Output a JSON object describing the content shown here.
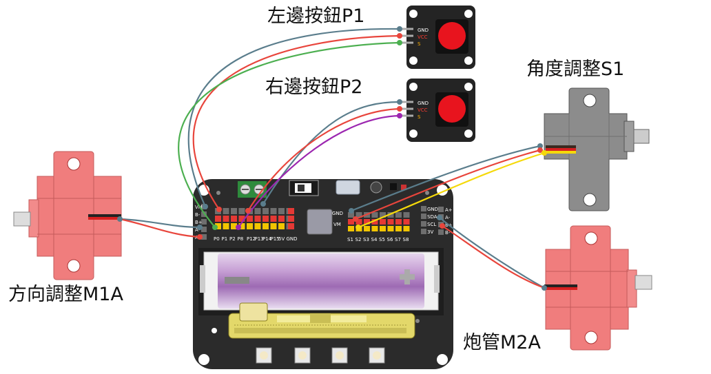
{
  "labels": {
    "left_button": "左邊按鈕P1",
    "right_button": "右邊按鈕P2",
    "servo_angle": "角度調整S1",
    "motor_direction": "方向調整M1A",
    "motor_cannon": "炮管M2A"
  },
  "button_pins": {
    "gnd": "GND",
    "vcc": "VCC",
    "s": "S"
  },
  "board": {
    "left_pins": [
      "P0",
      "P1",
      "P2",
      "P8",
      "P12",
      "P13",
      "P14",
      "P15",
      "5V",
      "GND"
    ],
    "right_pins": [
      "S1",
      "S2",
      "S3",
      "S4",
      "S5",
      "S6",
      "S7",
      "S8"
    ],
    "vm_label": "VM",
    "gnd_label": "GND",
    "i2c_labels": [
      "GND",
      "SDA",
      "SCL",
      "3V"
    ],
    "motor_labels": [
      "VM",
      "B-",
      "B+",
      "A-",
      "A+"
    ],
    "motor_labels_right": [
      "A+",
      "A-",
      "B+",
      "B-"
    ]
  },
  "colors": {
    "wire_gnd": "#5a7d8c",
    "wire_vcc": "#e8453c",
    "wire_s_p1": "#4caf50",
    "wire_s_p2": "#9c27b0",
    "wire_servo_signal": "#f5d90a",
    "motor_pink": "#f07d7d",
    "servo_grey": "#8c8c8c",
    "button_red": "#e8141e",
    "board_black": "#2a2a2a"
  }
}
